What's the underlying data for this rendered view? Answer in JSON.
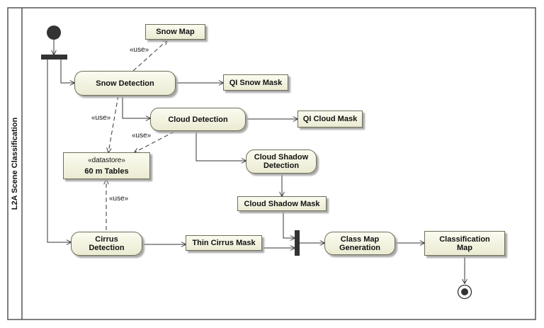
{
  "swimlane": {
    "title": "L2A Scene Classification"
  },
  "nodes": {
    "snow_detection": "Snow Detection",
    "cloud_detection": "Cloud Detection",
    "cloud_shadow_detection": "Cloud Shadow Detection",
    "cirrus_detection": "Cirrus Detection",
    "class_map_generation": "Class Map Generation",
    "snow_map": "Snow Map",
    "qi_snow_mask": "QI Snow Mask",
    "qi_cloud_mask": "QI Cloud Mask",
    "cloud_shadow_mask": "Cloud Shadow Mask",
    "thin_cirrus_mask": "Thin Cirrus Mask",
    "classification_map": "Classification Map",
    "datastore_stereotype": "«datastore»",
    "datastore_name": "60 m Tables"
  },
  "edge_labels": {
    "use_snow_map": "«use»",
    "use_snow_tables": "«use»",
    "use_cloud_tables": "«use»",
    "use_cirrus_tables": "«use»"
  },
  "colors": {
    "node_fill": "#f5f5e6",
    "node_border": "#6e6e5a",
    "line": "#333333"
  }
}
